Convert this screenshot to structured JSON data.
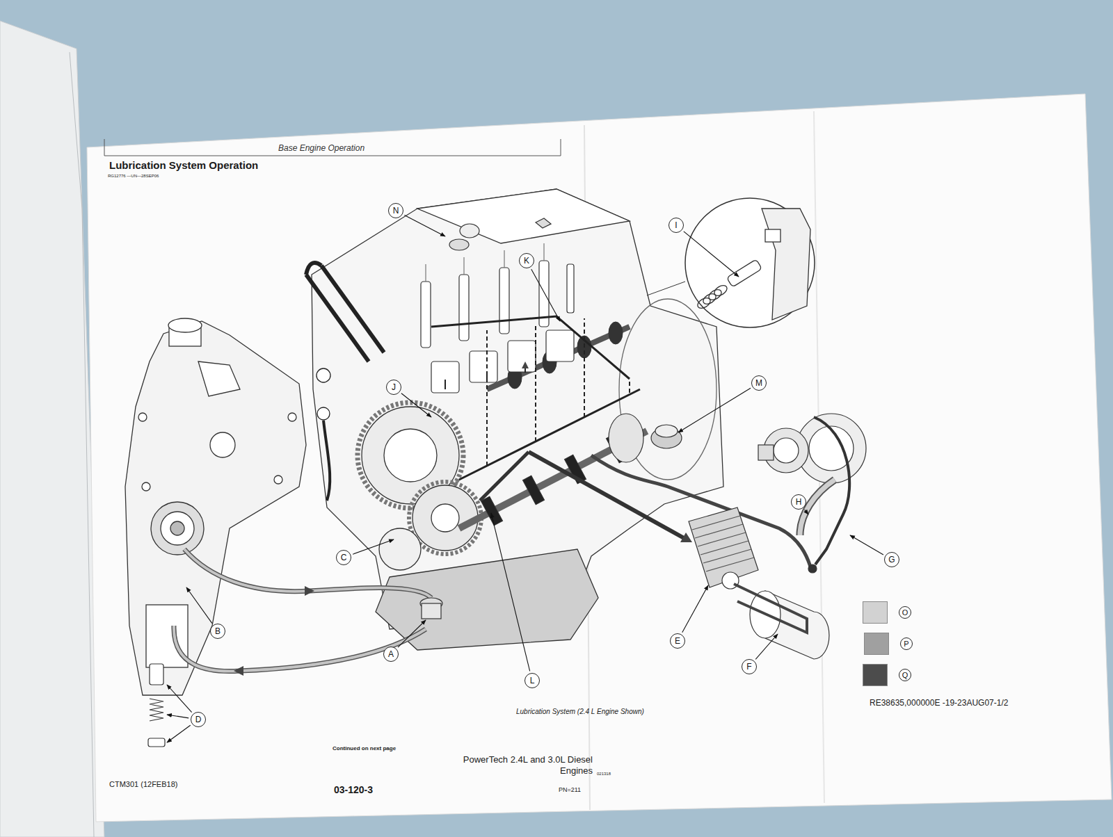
{
  "diagram": {
    "title": "Lubrication System Operation",
    "caption": "Lubrication System (2.4 L Engine Shown)",
    "nodes": [
      {
        "text": [
          "N"
        ]
      },
      {
        "text": [
          "I"
        ]
      },
      {
        "text": [
          "K"
        ]
      },
      {
        "text": [
          "J"
        ]
      },
      {
        "text": [
          "M"
        ]
      },
      {
        "text": [
          "C"
        ]
      },
      {
        "text": [
          "H"
        ]
      },
      {
        "text": [
          "G"
        ]
      },
      {
        "text": [
          "B"
        ]
      },
      {
        "text": [
          "A"
        ]
      },
      {
        "text": [
          "L"
        ]
      },
      {
        "text": [
          "E"
        ]
      },
      {
        "text": [
          "F"
        ]
      },
      {
        "text": [
          "D"
        ]
      }
    ],
    "labels": [
      "Base Engine Operation",
      "RG12776 —UN—28SEP06",
      "RE38635,000000E -19-23AUG07-1/2",
      "Continued on next page",
      "CTM301 (12FEB18)",
      "03-120-3",
      "PowerTech 2.4L and 3.0L Diesel Engines",
      "021318",
      "PN=211"
    ],
    "legend": [
      {
        "text": "O",
        "color": "#d2d2d2"
      },
      {
        "text": "P",
        "color": "#a0a0a0"
      },
      {
        "text": "Q",
        "color": "#4c4c4c"
      }
    ]
  }
}
